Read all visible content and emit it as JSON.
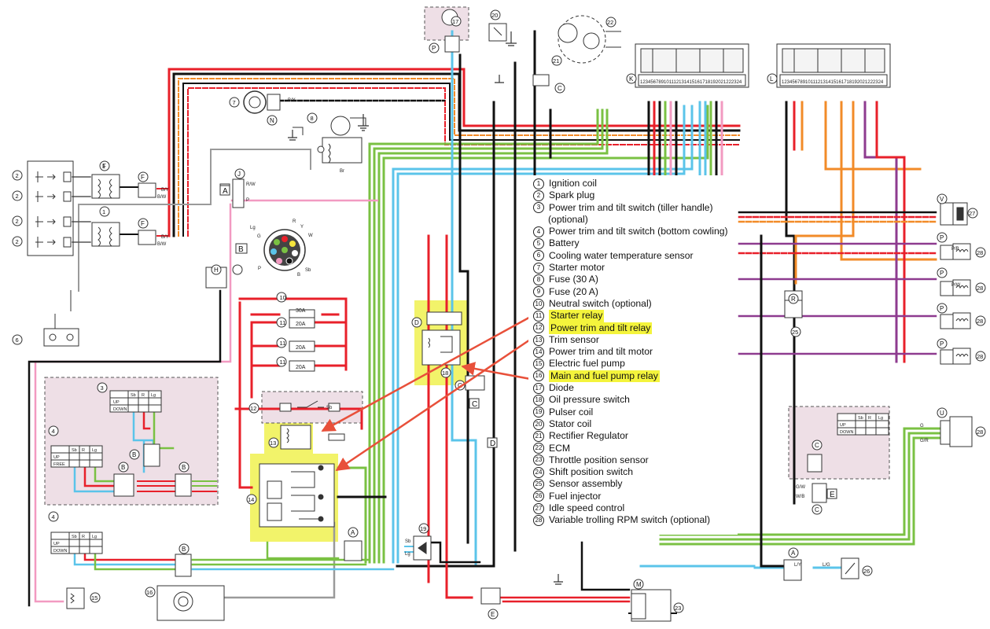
{
  "legend": [
    {
      "num": "1",
      "label": "Ignition coil",
      "hl": false
    },
    {
      "num": "2",
      "label": "Spark plug",
      "hl": false
    },
    {
      "num": "3",
      "label": "Power trim and tilt switch (tiller handle)",
      "hl": false
    },
    {
      "num": "",
      "label": "(optional)",
      "hl": false
    },
    {
      "num": "4",
      "label": "Power trim and tilt switch (bottom cowling)",
      "hl": false
    },
    {
      "num": "5",
      "label": "Battery",
      "hl": false
    },
    {
      "num": "6",
      "label": "Cooling water temperature sensor",
      "hl": false
    },
    {
      "num": "7",
      "label": "Starter motor",
      "hl": false
    },
    {
      "num": "8",
      "label": "Fuse (30 A)",
      "hl": false
    },
    {
      "num": "9",
      "label": "Fuse (20 A)",
      "hl": false
    },
    {
      "num": "10",
      "label": "Neutral switch (optional)",
      "hl": false
    },
    {
      "num": "11",
      "label": "Starter relay",
      "hl": true
    },
    {
      "num": "12",
      "label": "Power trim and tilt relay",
      "hl": true
    },
    {
      "num": "13",
      "label": "Trim sensor",
      "hl": false
    },
    {
      "num": "14",
      "label": "Power trim and tilt motor",
      "hl": false
    },
    {
      "num": "15",
      "label": "Electric fuel pump",
      "hl": false
    },
    {
      "num": "16",
      "label": "Main and fuel pump relay",
      "hl": true
    },
    {
      "num": "17",
      "label": "Diode",
      "hl": false
    },
    {
      "num": "18",
      "label": "Oil pressure switch",
      "hl": false
    },
    {
      "num": "19",
      "label": "Pulser coil",
      "hl": false
    },
    {
      "num": "20",
      "label": "Stator coil",
      "hl": false
    },
    {
      "num": "21",
      "label": "Rectifier Regulator",
      "hl": false
    },
    {
      "num": "22",
      "label": "ECM",
      "hl": false
    },
    {
      "num": "23",
      "label": "Throttle position sensor",
      "hl": false
    },
    {
      "num": "24",
      "label": "Shift position switch",
      "hl": false
    },
    {
      "num": "25",
      "label": "Sensor assembly",
      "hl": false
    },
    {
      "num": "26",
      "label": "Fuel injector",
      "hl": false
    },
    {
      "num": "27",
      "label": "Idle speed control",
      "hl": false
    },
    {
      "num": "28",
      "label": "Variable trolling RPM switch (optional)",
      "hl": false
    }
  ],
  "connectors": {
    "A": "A",
    "B": "B",
    "C": "C",
    "D": "D",
    "E": "E",
    "F": "F",
    "G": "G",
    "H": "H",
    "J": "J",
    "K": "K",
    "L": "L",
    "M": "M",
    "N": "N",
    "P": "P",
    "R": "R",
    "U": "U",
    "V": "V"
  },
  "switch_table": {
    "headers": [
      "Sb",
      "R",
      "Lg"
    ],
    "rows": [
      "UP",
      "FREE",
      "DOWN"
    ]
  },
  "fuse_labels": {
    "f30": "30A",
    "f20": "20A"
  },
  "wire_codes": {
    "by": "B/Y",
    "bw": "B/W",
    "br": "Br",
    "rw": "R/W",
    "p": "P",
    "lg": "Lg",
    "sb": "Sb",
    "r": "R",
    "y": "Y",
    "w": "W",
    "g": "G",
    "b": "B",
    "gw": "G/W",
    "wb": "W/B",
    "ly": "L/Y",
    "lg2": "L/G",
    "pb": "P/B",
    "pw": "P/W",
    "gr": "G/R"
  },
  "pin_rows": {
    "ecm": "123456789101112131415161718192021222324"
  },
  "colors": {
    "red": "#e8202a",
    "black": "#111111",
    "green": "#7ac143",
    "lightblue": "#5bc4ea",
    "pink": "#f29ac1",
    "orange": "#f28b28",
    "purple": "#8e3b8f",
    "gray": "#9a9a9a",
    "highlight": "#f4f43c",
    "arrow": "#e8503a"
  }
}
